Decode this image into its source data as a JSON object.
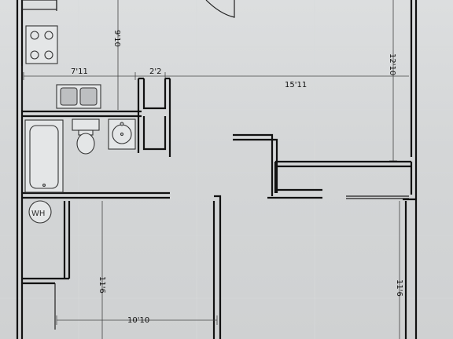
{
  "plan": {
    "dimensions": {
      "kitchen_height": "9'10",
      "kitchen_width": "7'11",
      "hall_width": "2'2",
      "living_width": "15'11",
      "living_height": "12'10",
      "bedroom1_height": "11'6",
      "bedroom1_width": "10'10",
      "bedroom2_height": "11'6"
    },
    "labels": {
      "water_heater": "WH"
    }
  }
}
